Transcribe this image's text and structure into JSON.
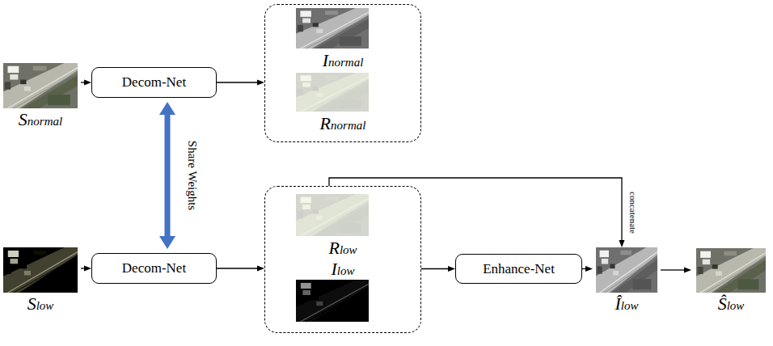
{
  "diagram": {
    "nodes": [
      {
        "text": [
          "Snormal"
        ]
      },
      {
        "text": [
          "Decom-Net"
        ]
      },
      {
        "text": [
          "Inormal",
          "Rnormal"
        ]
      },
      {
        "text": [
          "Slow"
        ]
      },
      {
        "text": [
          "Decom-Net"
        ]
      },
      {
        "text": [
          "Rlow",
          "Ilow"
        ]
      },
      {
        "text": [
          "Enhance-Net"
        ]
      },
      {
        "text": [
          "Îlow"
        ]
      },
      {
        "text": [
          "Ŝlow"
        ]
      }
    ],
    "edges": [
      {
        "from": 0,
        "to": 1,
        "arrow": "to"
      },
      {
        "from": 1,
        "to": 2,
        "arrow": "to"
      },
      {
        "from": 3,
        "to": 4,
        "arrow": "to"
      },
      {
        "from": 4,
        "to": 5,
        "arrow": "to"
      },
      {
        "from": 5,
        "to": 6,
        "arrow": "to"
      },
      {
        "from": 6,
        "to": 7,
        "arrow": "to"
      },
      {
        "from": 5,
        "to": 7,
        "label": "concatenate",
        "arrow": "to"
      },
      {
        "from": 7,
        "to": 8,
        "arrow": "to"
      },
      {
        "from": 1,
        "to": 4,
        "label": "Share Weights",
        "arrow": "both"
      }
    ]
  }
}
